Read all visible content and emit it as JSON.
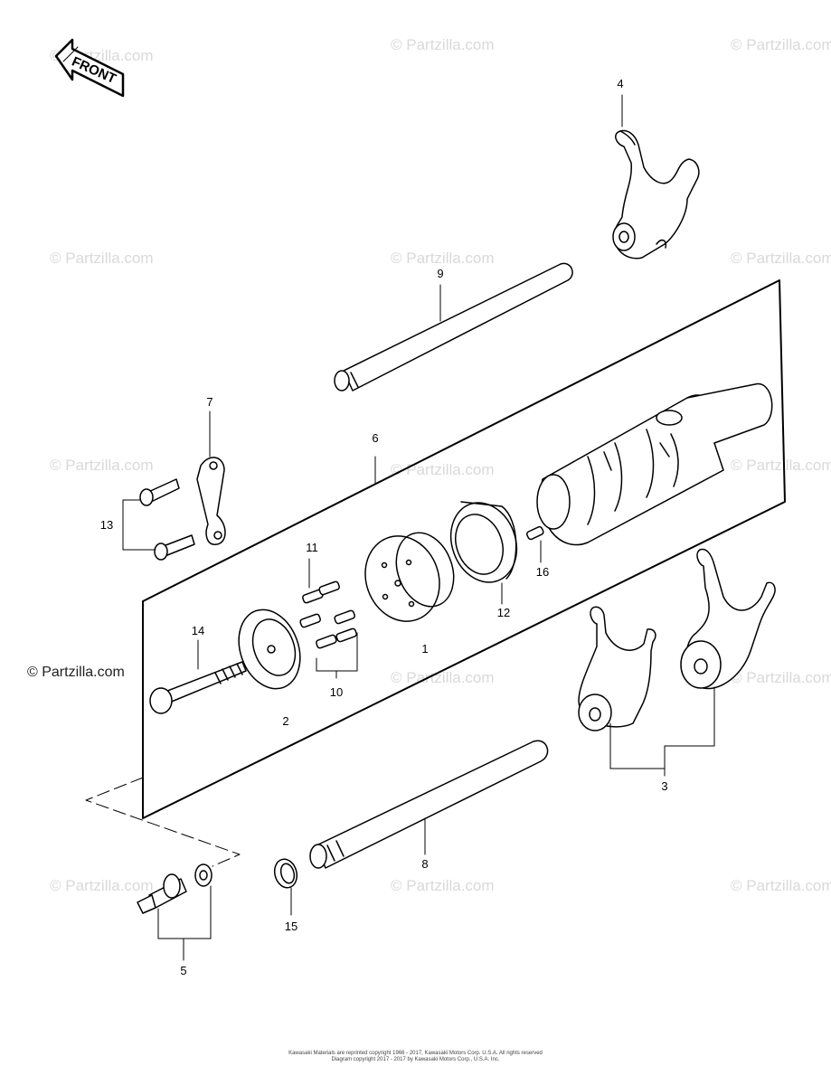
{
  "front_label": "FRONT",
  "watermark": "© Partzilla.com",
  "callouts": {
    "c1": "1",
    "c2": "2",
    "c3": "3",
    "c4": "4",
    "c5": "5",
    "c6": "6",
    "c7": "7",
    "c8": "8",
    "c9": "9",
    "c10": "10",
    "c11": "11",
    "c12": "12",
    "c13": "13",
    "c14": "14",
    "c15": "15",
    "c16": "16"
  },
  "copyright": {
    "line1": "Kawasaki Materials are reprinted copyright 1966 - 2017, Kawasaki Motors Corp. U.S.A. All rights reserved",
    "line2": "Diagram copyright 2017 - 2017 by Kawasaki Motors Corp., U.S.A. Inc."
  }
}
